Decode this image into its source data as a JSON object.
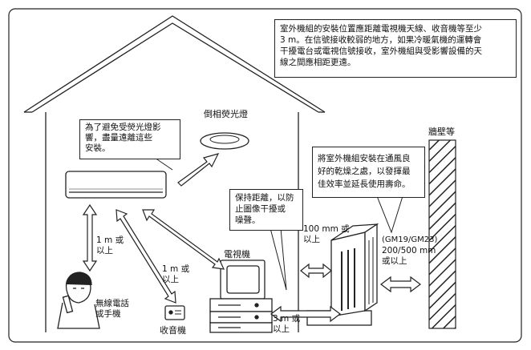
{
  "notice": {
    "lines": [
      "室外機組的安裝位置應距離電視機天線、收音機等至少",
      "3 m。在信號接收較弱的地方，如果冷暖氣機的運轉會",
      "干擾電台或電視信號接收，室外機組與受影響設備的天",
      "線之間應相距更遠。"
    ]
  },
  "callouts": {
    "fluorescent_note": [
      "為了避免受熒光燈影",
      "響，盡量遠離這些",
      "安裝。"
    ],
    "keep_distance": [
      "保持距離，以防",
      "止圖像干擾或",
      "噪聲。"
    ],
    "outdoor_placement": [
      "將室外機組安裝在通風良",
      "好的乾燥之處，以發揮最",
      "佳效率並延長使用壽命。"
    ]
  },
  "labels": {
    "inverter_lamp": "倒相熒光燈",
    "wall": "牆壁等",
    "tv": "電視機",
    "radio": "收音機",
    "phone": [
      "無線電話",
      "或手機"
    ],
    "dist_phone": [
      "1 m 或",
      "以上"
    ],
    "dist_radio": [
      "1 m 或",
      "以上"
    ],
    "dist_tv": [
      "3 m 或",
      "以上"
    ],
    "dist_wall_100": [
      "100 mm 或",
      "以上"
    ],
    "model_note": "(GM19/GM23)",
    "dist_rear": [
      "200/500 mm",
      "或以上"
    ]
  }
}
